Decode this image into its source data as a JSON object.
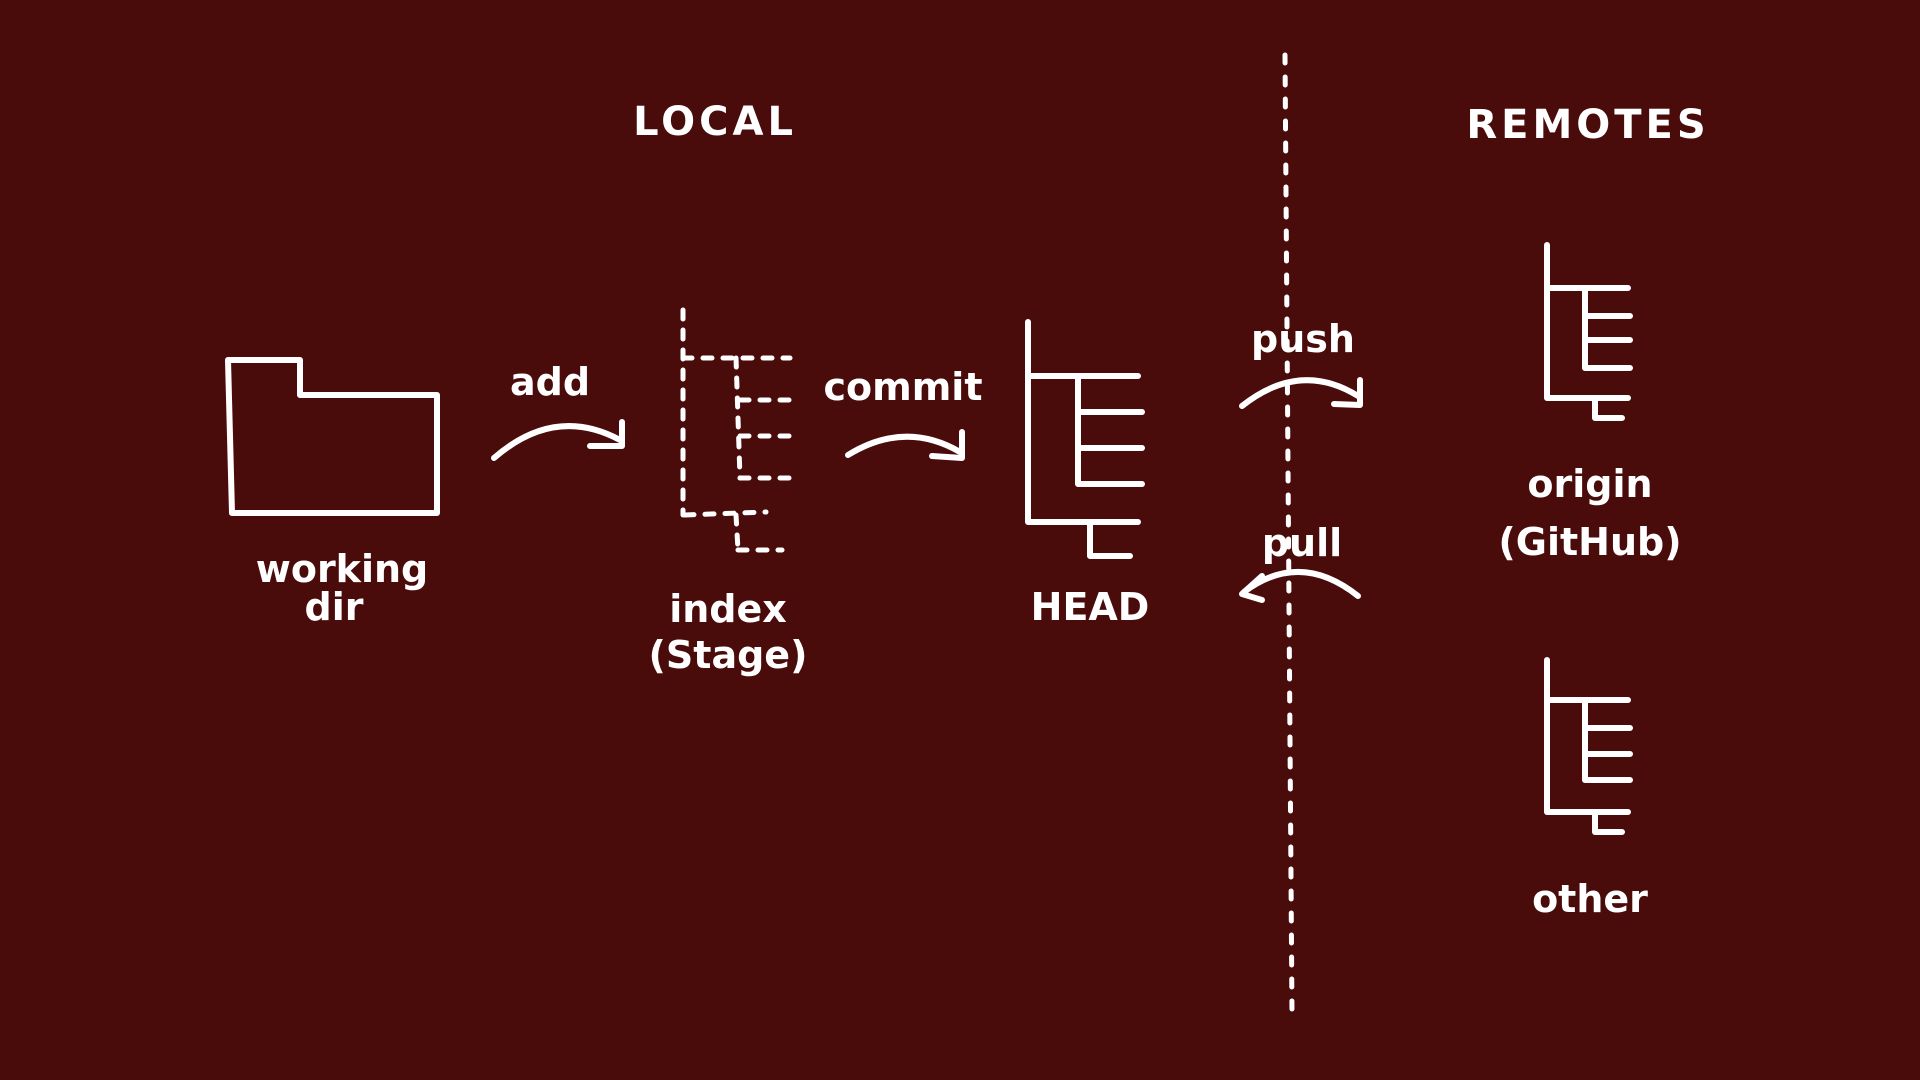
{
  "colors": {
    "background": "#4a0c0a",
    "ink": "#ffffff"
  },
  "headings": {
    "local": "LOCAL",
    "remotes": "REMOTES"
  },
  "nodes": {
    "working_dir": {
      "line1": "working",
      "line2": "dir",
      "icon": "folder-icon"
    },
    "index": {
      "line1": "index",
      "line2": "(Stage)",
      "icon": "dashed-tree-icon"
    },
    "head": {
      "line1": "HEAD",
      "icon": "tree-icon"
    },
    "origin": {
      "line1": "origin",
      "line2": "(GitHub)",
      "icon": "tree-icon"
    },
    "other": {
      "line1": "other",
      "icon": "tree-icon"
    }
  },
  "arrows": {
    "add": "add",
    "commit": "commit",
    "push": "push",
    "pull": "pull"
  }
}
